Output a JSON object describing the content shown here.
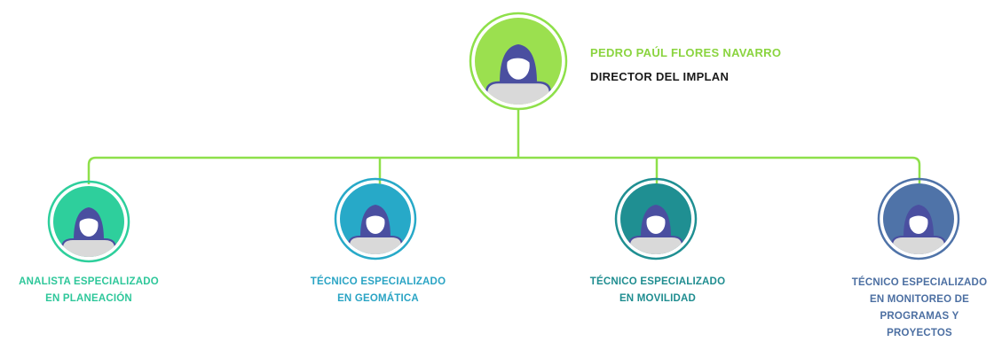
{
  "colors": {
    "line": "#8ee04a",
    "director_ring": "#8ee04a",
    "director_fill": "#9be04f",
    "director_name": "#8ad43f",
    "body_gray": "#d9d9d9",
    "figure_stroke": "#4a4fa0",
    "hair": "#4a4fa0"
  },
  "director": {
    "name": "PEDRO PAÚL FLORES NAVARRO",
    "title": "DIRECTOR DEL IMPLAN",
    "icon": "person-avatar-icon"
  },
  "subordinates": [
    {
      "lines": [
        "ANALISTA ESPECIALIZADO",
        "EN PLANEACIÓN"
      ],
      "color": "#2ecf9c",
      "label_color": "#2ec79a",
      "icon": "person-avatar-icon"
    },
    {
      "lines": [
        "TÉCNICO ESPECIALIZADO",
        "EN GEOMÁTICA"
      ],
      "color": "#27a9c8",
      "label_color": "#2aa4c4",
      "icon": "person-avatar-icon"
    },
    {
      "lines": [
        "TÉCNICO ESPECIALIZADO",
        "EN MOVILIDAD"
      ],
      "color": "#1f8f92",
      "label_color": "#1f8d90",
      "icon": "person-avatar-icon"
    },
    {
      "lines": [
        "TÉCNICO ESPECIALIZADO",
        "EN MONITOREO DE",
        "PROGRAMAS Y",
        "PROYECTOS"
      ],
      "color": "#4f73a8",
      "label_color": "#4c6fa2",
      "icon": "person-avatar-icon"
    }
  ]
}
